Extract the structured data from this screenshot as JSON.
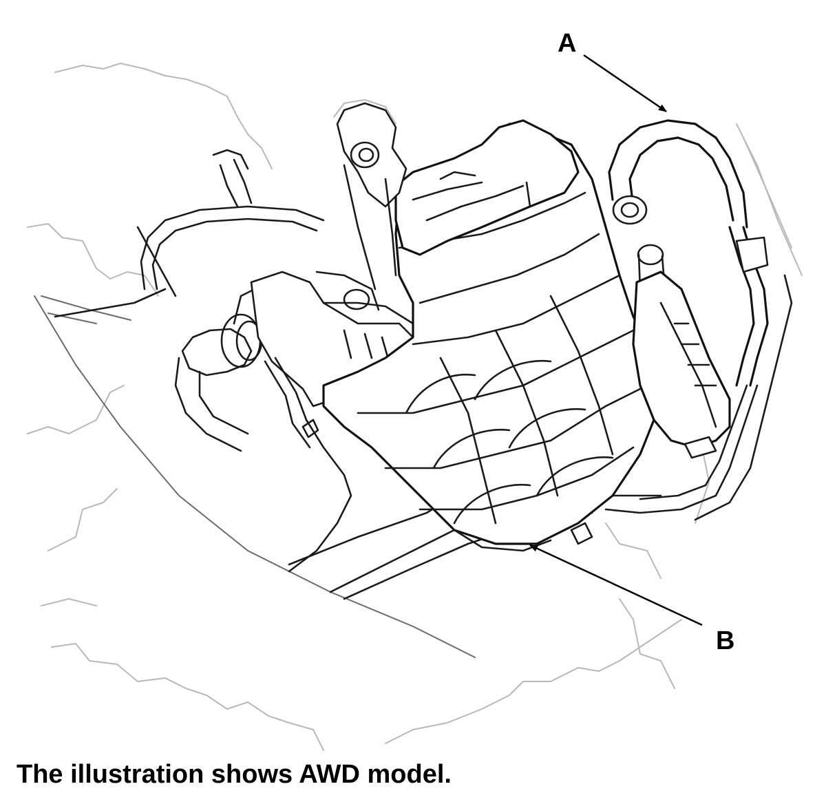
{
  "figure": {
    "callouts": [
      {
        "id": "A",
        "label": "A"
      },
      {
        "id": "B",
        "label": "B"
      }
    ],
    "caption": "The illustration shows AWD model."
  }
}
